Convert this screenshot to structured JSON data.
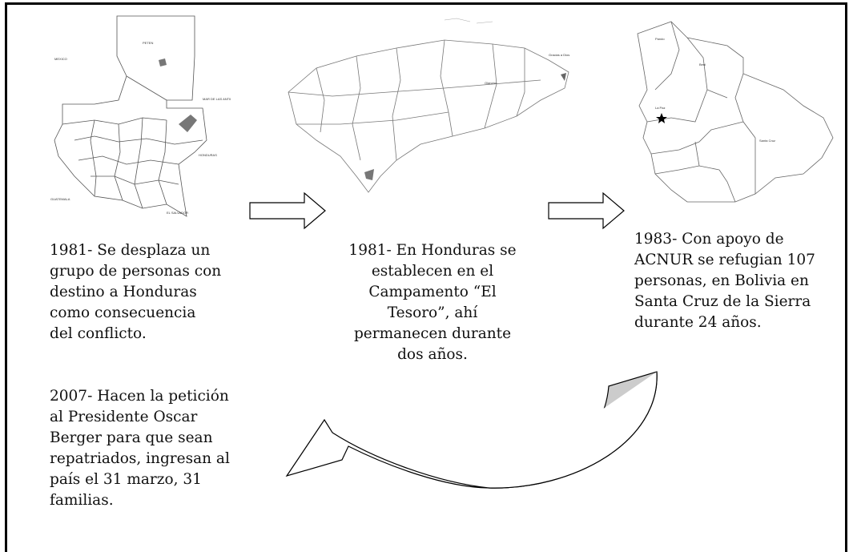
{
  "panels": [
    {
      "id": "guatemala",
      "map_icon": "guatemala-map-icon",
      "lines": [
        "1981- Se desplaza un",
        "grupo de personas con",
        "destino a Honduras",
        "como consecuencia",
        "del conflicto."
      ]
    },
    {
      "id": "honduras",
      "map_icon": "honduras-map-icon",
      "lines": [
        "1981- En Honduras se",
        "establecen en el",
        "Campamento “El",
        "Tesoro”, ahí",
        "permanecen durante",
        "dos años."
      ]
    },
    {
      "id": "bolivia",
      "map_icon": "bolivia-map-icon",
      "lines": [
        "1983-  Con apoyo de",
        "ACNUR se refugian 107",
        "personas, en Bolivia en",
        "Santa Cruz de la Sierra",
        "durante 24 años."
      ]
    }
  ],
  "return_note": {
    "lines": [
      "2007- Hacen la petición",
      "al Presidente Oscar",
      "Berger para que sean",
      "repatriados, ingresan al",
      "país el 31 marzo, 31",
      "familias."
    ]
  },
  "arrows": {
    "forward_icon": "right-arrow-icon",
    "return_icon": "curved-return-arrow-icon",
    "return_fill": "#cccccc"
  }
}
